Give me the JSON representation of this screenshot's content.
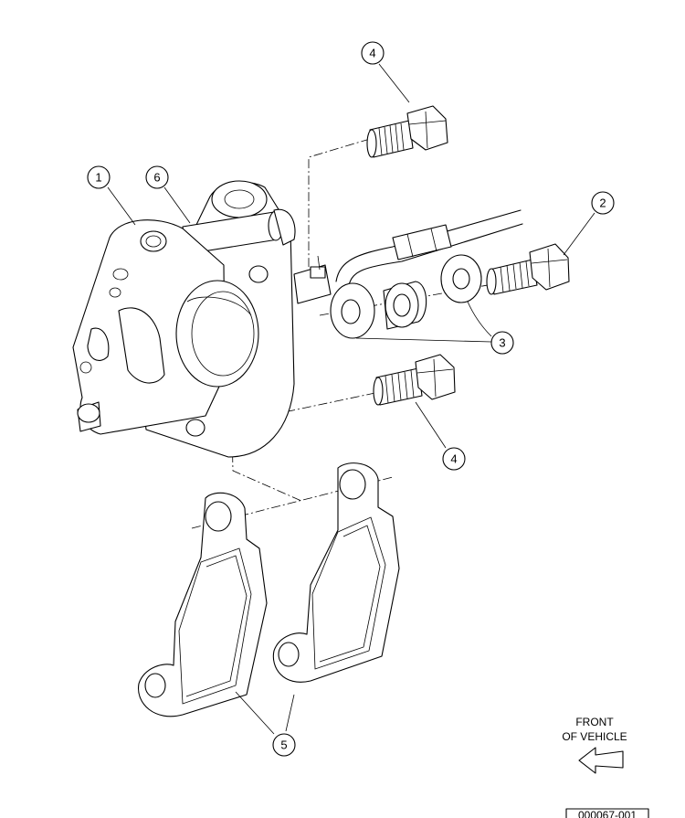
{
  "callouts": [
    {
      "id": "c1",
      "label": "1"
    },
    {
      "id": "c6",
      "label": "6"
    },
    {
      "id": "c4a",
      "label": "4"
    },
    {
      "id": "c2",
      "label": "2"
    },
    {
      "id": "c3",
      "label": "3"
    },
    {
      "id": "c4b",
      "label": "4"
    },
    {
      "id": "c5",
      "label": "5"
    }
  ],
  "direction": {
    "line1": "FRONT",
    "line2": "OF VEHICLE",
    "arrow_icon": "left-arrow-icon"
  },
  "drawing_number": "000067-001"
}
